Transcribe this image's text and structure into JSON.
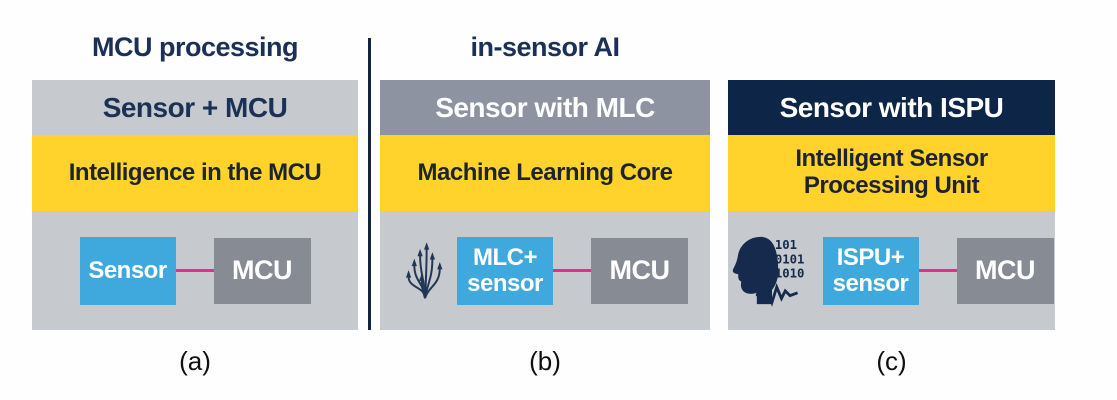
{
  "figure": {
    "captions": {
      "a": "(a)",
      "b": "(b)",
      "c": "(c)"
    },
    "colors": {
      "yellow_band": "#ffd32b",
      "panel_gray": "#c6c9ce",
      "header_slate": "#8d93a0",
      "header_navy": "#0d2546",
      "title_navy": "#1b2f58",
      "sensor_chip_blue": "#3fa8dc",
      "mcu_chip_gray": "#868b94",
      "connector_pink": "#e0318a",
      "icon_navy": "#1b2c4e"
    }
  },
  "panels": [
    {
      "title": "MCU processing",
      "header_label": "Sensor + MCU",
      "band_label": "Intelligence in the MCU",
      "sensor_label": "Sensor",
      "mcu_label": "MCU",
      "caption": "(a)"
    },
    {
      "title": "in-sensor AI",
      "header_label": "Sensor with MLC",
      "band_label": "Machine Learning Core",
      "icon": "mlc-tree-icon",
      "sensor_label": "MLC+\nsensor",
      "mcu_label": "MCU",
      "caption": "(b)"
    },
    {
      "header_label": "Sensor with ISPU",
      "band_label": "Intelligent Sensor\nProcessing Unit",
      "icon": "ispu-head-icon",
      "ispu_binary_lines": [
        "101",
        "0101",
        "1010"
      ],
      "sensor_label": "ISPU+\nsensor",
      "mcu_label": "MCU",
      "caption": "(c)"
    }
  ]
}
